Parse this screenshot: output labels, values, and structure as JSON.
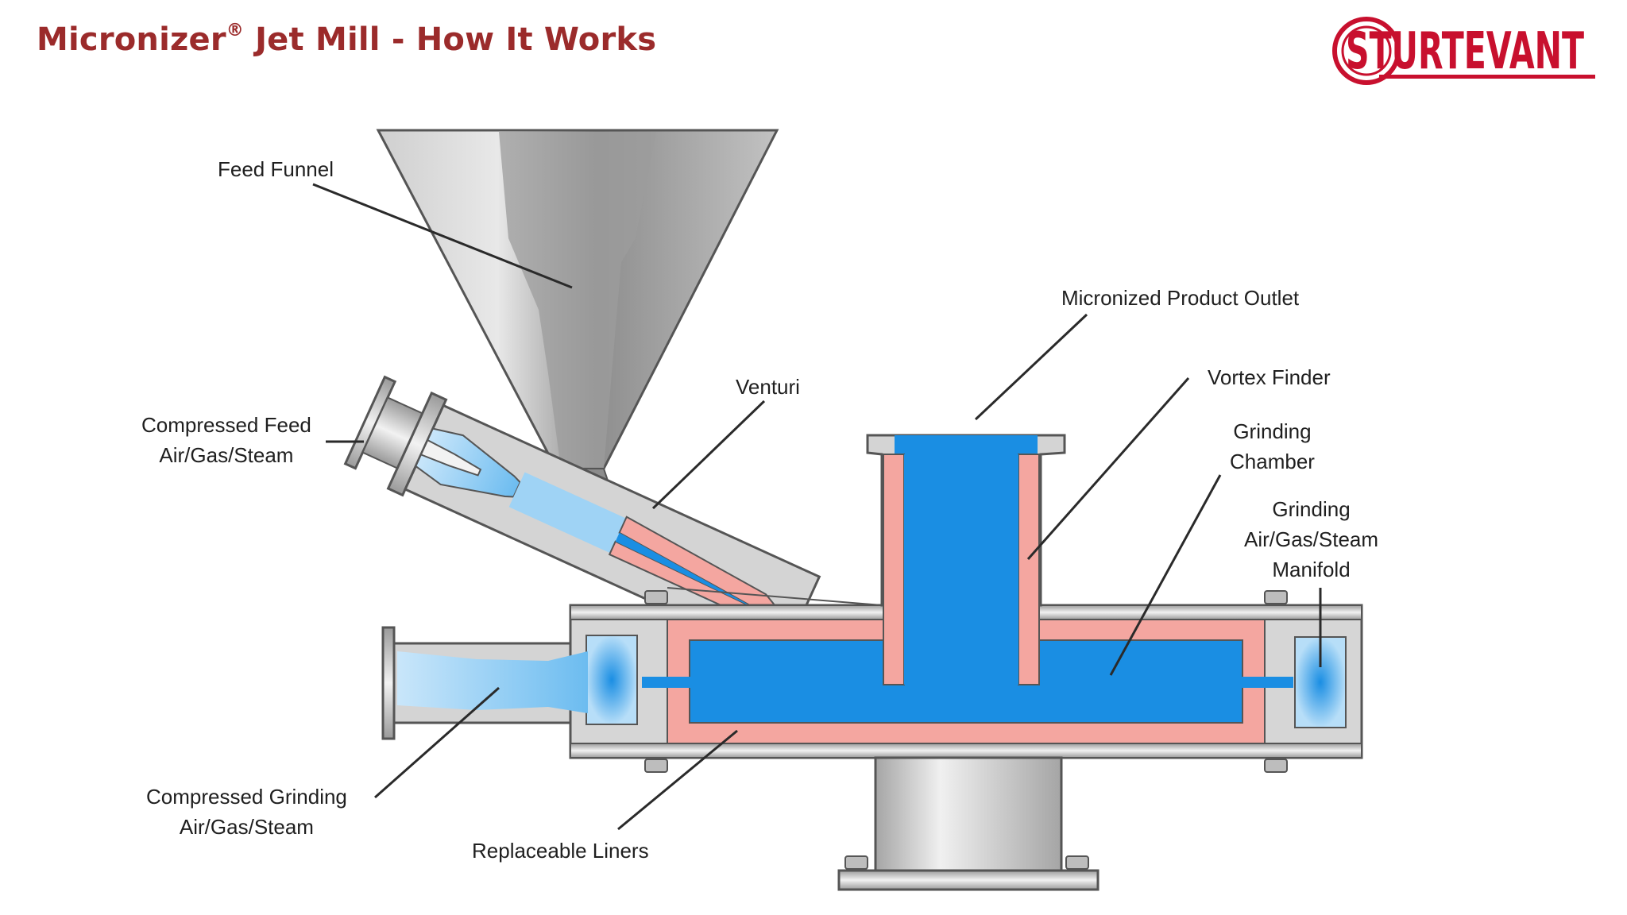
{
  "header": {
    "title_main": "Micronizer",
    "title_reg": "®",
    "title_rest": " Jet Mill - How It Works",
    "logo_text": "STURTEVANT"
  },
  "labels": {
    "feed_funnel": "Feed Funnel",
    "compressed_feed_1": "Compressed Feed",
    "compressed_feed_2": "Air/Gas/Steam",
    "venturi": "Venturi",
    "micronized_outlet": "Micronized Product Outlet",
    "vortex_finder": "Vortex Finder",
    "grinding_chamber_1": "Grinding",
    "grinding_chamber_2": "Chamber",
    "manifold_1": "Grinding",
    "manifold_2": "Air/Gas/Steam",
    "manifold_3": "Manifold",
    "compressed_grinding_1": "Compressed Grinding",
    "compressed_grinding_2": "Air/Gas/Steam",
    "replaceable_liners": "Replaceable Liners"
  },
  "colors": {
    "title": "#9b2b2b",
    "logo": "#c8102e",
    "fluid": "#1a8ee3",
    "liner": "#f4a6a0",
    "steel": "#c4c4c4"
  }
}
